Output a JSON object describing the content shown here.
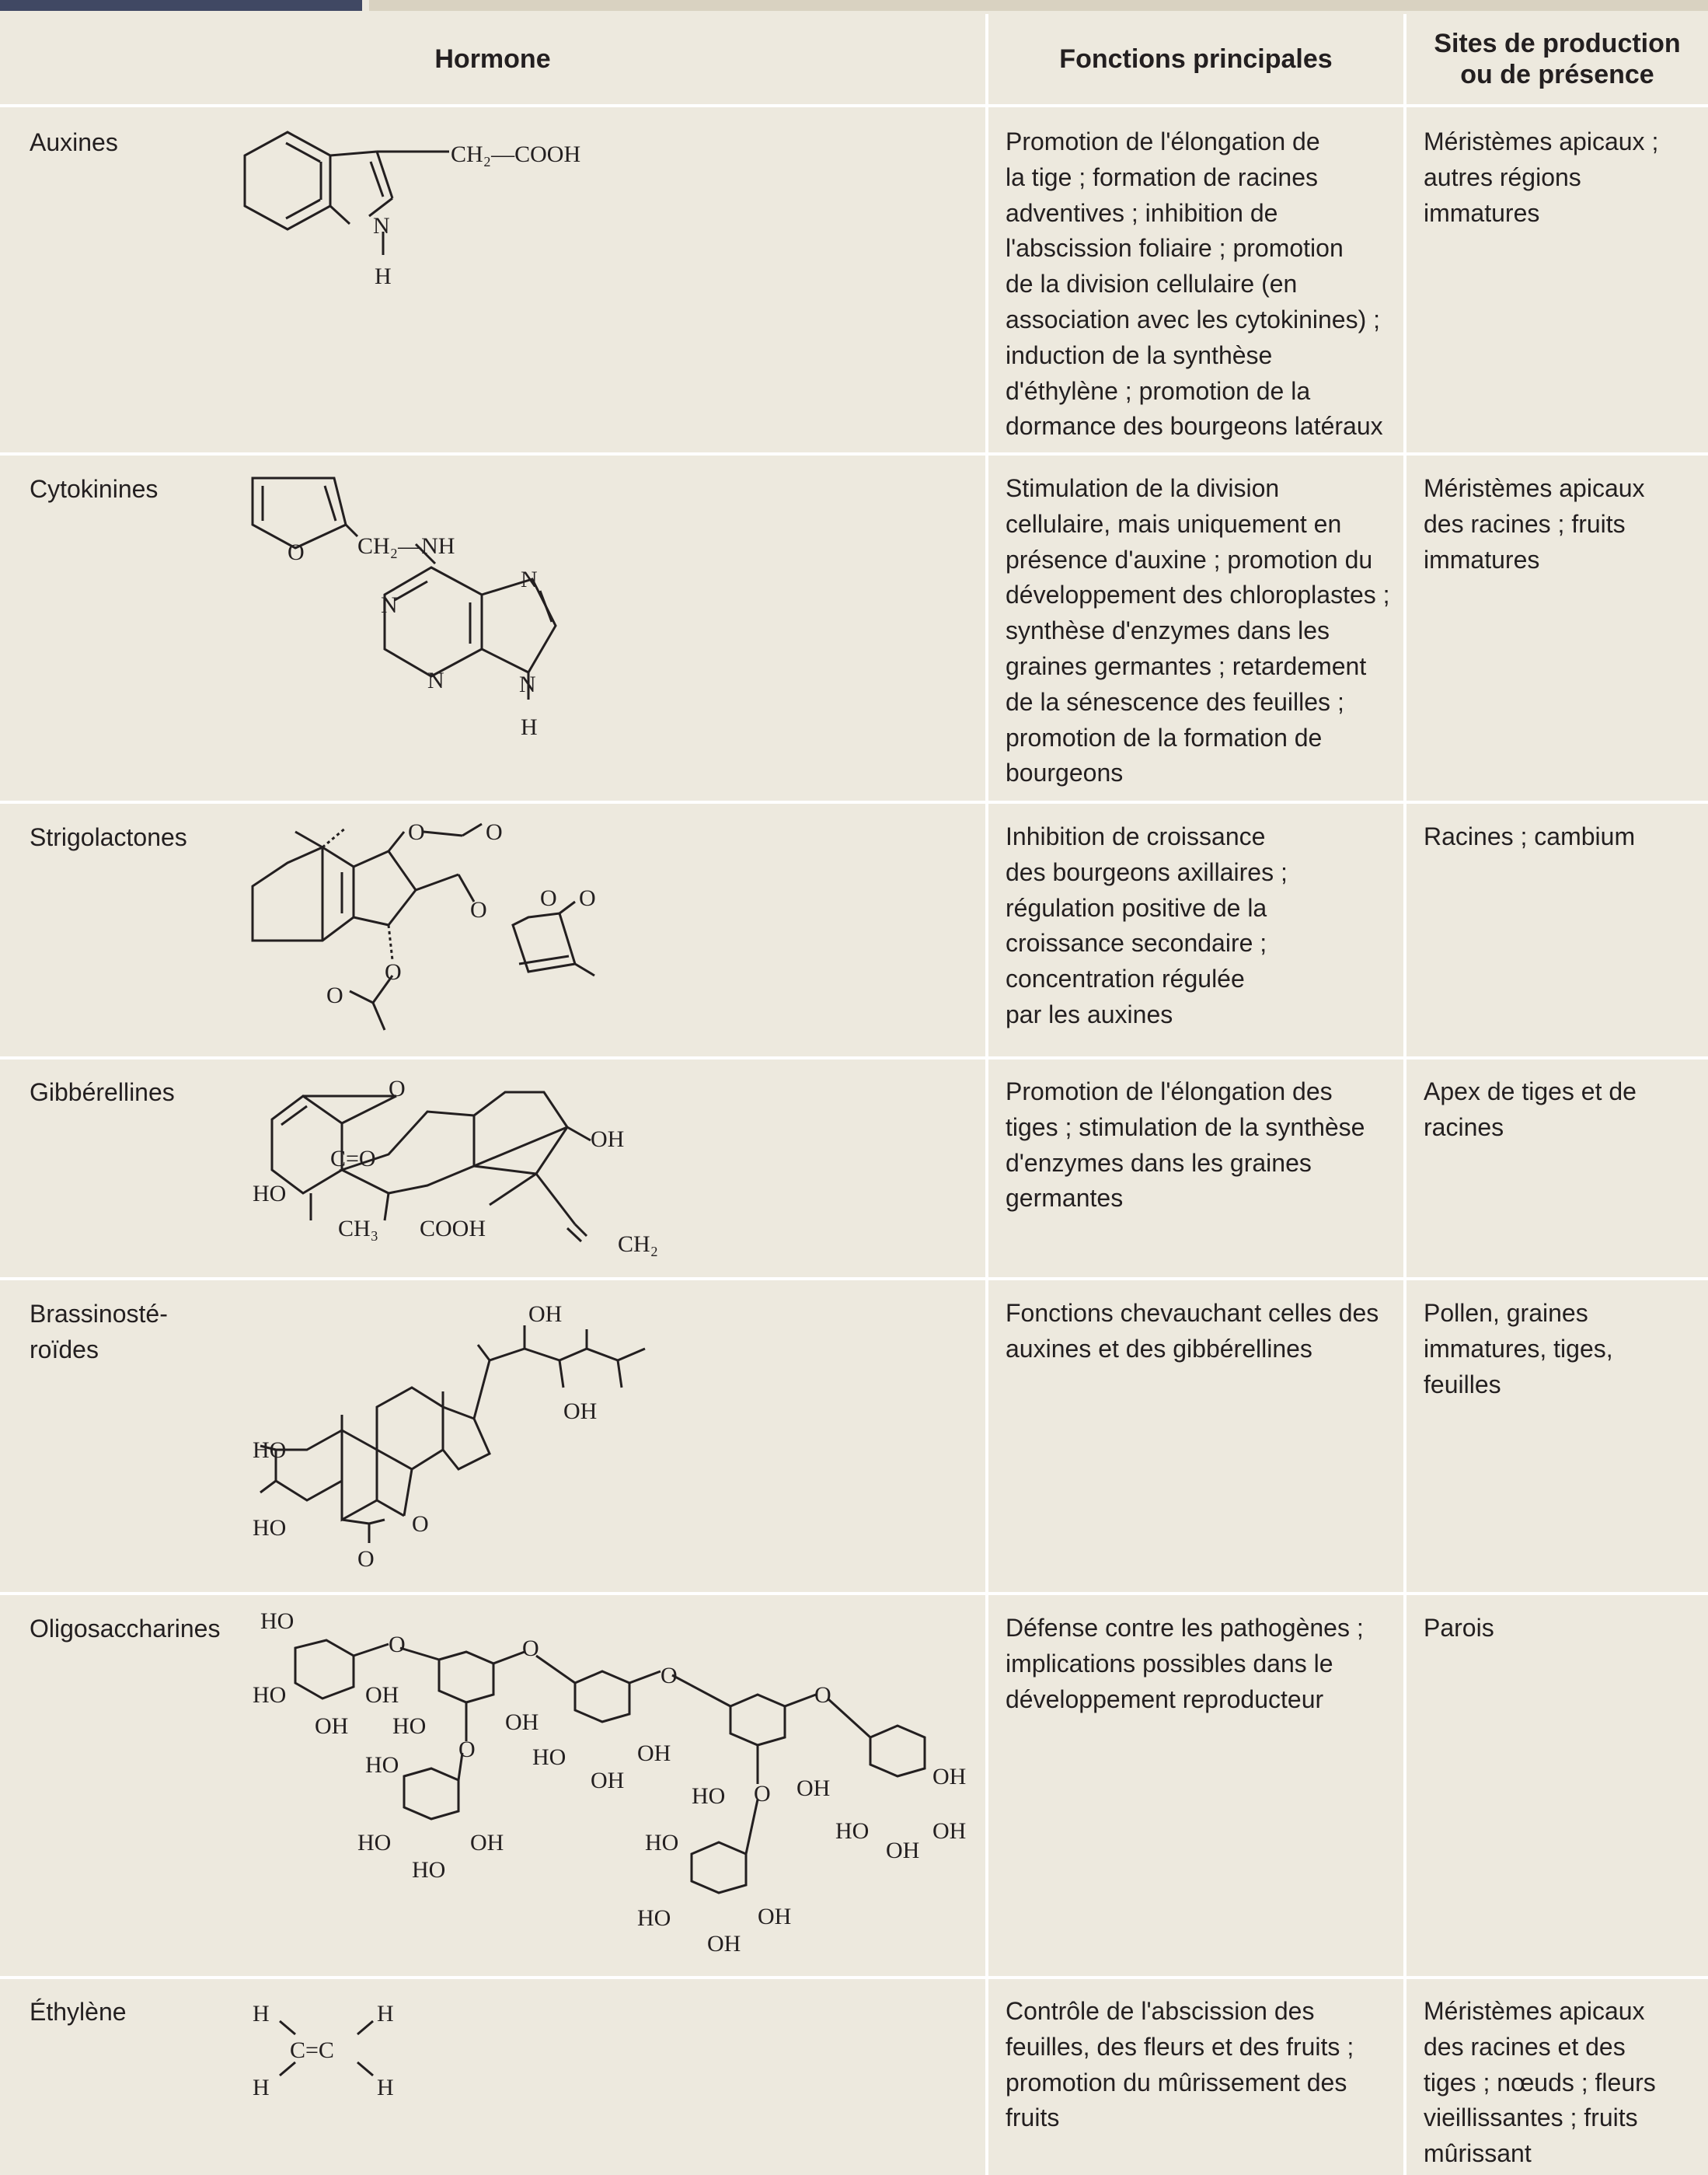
{
  "header": {
    "col1": "Hormone",
    "col2": "Fonctions principales",
    "col3_line1": "Sites de production",
    "col3_line2": "ou de présence"
  },
  "rows": [
    {
      "name": "Auxines",
      "functions": [
        "Promotion de l'élongation de",
        "la tige ; formation de racines",
        "adventives ; inhibition de",
        "l'abscission foliaire ; promotion",
        "de la division cellulaire (en",
        "association avec les cytokinines) ;",
        "induction de la synthèse",
        "d'éthylène ; promotion de la",
        "dormance des bourgeons latéraux"
      ],
      "sites": [
        "Méristèmes apicaux ;",
        "autres régions",
        "immatures"
      ]
    },
    {
      "name": "Cytokinines",
      "functions": [
        "Stimulation de la division",
        "cellulaire, mais uniquement en",
        "présence d'auxine ; promotion du",
        "développement des chloroplastes ;",
        "synthèse d'enzymes dans les",
        "graines germantes ; retardement",
        "de la sénescence des feuilles ;",
        "promotion de la formation de",
        "bourgeons"
      ],
      "sites": [
        "Méristèmes apicaux",
        "des racines ; fruits",
        "immatures"
      ]
    },
    {
      "name": "Strigolactones",
      "functions": [
        "Inhibition de croissance",
        "des bourgeons axillaires ;",
        "régulation positive de la",
        "croissance secondaire ;",
        "concentration régulée",
        "par les auxines"
      ],
      "sites": [
        "Racines ; cambium"
      ]
    },
    {
      "name": "Gibbérellines",
      "functions": [
        "Promotion de l'élongation des",
        "tiges ; stimulation de la synthèse",
        "d'enzymes dans les graines",
        "germantes"
      ],
      "sites": [
        "Apex de tiges et de",
        "racines"
      ]
    },
    {
      "name_lines": [
        "Brassinosté-",
        "roïdes"
      ],
      "functions": [
        "Fonctions chevauchant celles des",
        "auxines et des gibbérellines"
      ],
      "sites": [
        "Pollen, graines",
        "immatures, tiges,",
        "feuilles"
      ]
    },
    {
      "name": "Oligosaccharines",
      "functions": [
        "Défense contre les pathogènes ;",
        "implications possibles dans le",
        "développement reproducteur"
      ],
      "sites": [
        "Parois"
      ]
    },
    {
      "name": "Éthylène",
      "functions": [
        "Contrôle de l'abscission des",
        "feuilles, des fleurs et des fruits ;",
        "promotion du mûrissement des",
        "fruits"
      ],
      "sites": [
        "Méristèmes apicaux",
        "des racines et des",
        "tiges ; nœuds ; fleurs",
        "vieillissantes ; fruits",
        "mûrissant"
      ]
    }
  ],
  "formulas": {
    "auxin": {
      "ch2cooh": "CH₂—COOH",
      "n": "N",
      "h": "H"
    },
    "cyto": {
      "o": "O",
      "ch2nh": "CH₂—NH",
      "n": "N",
      "h": "H"
    },
    "strigo": {
      "o": "O"
    },
    "gib": {
      "o": "O",
      "co": "C=O",
      "oh": "OH",
      "ho": "HO",
      "ch3": "CH₃",
      "cooh": "COOH",
      "ch2": "CH₂"
    },
    "brass": {
      "oh": "OH",
      "ho": "HO",
      "o": "O"
    },
    "oligo": {
      "oh": "OH",
      "ho": "HO",
      "o": "O"
    },
    "eth": {
      "h": "H",
      "c": "C",
      "cc": "C=C"
    }
  }
}
